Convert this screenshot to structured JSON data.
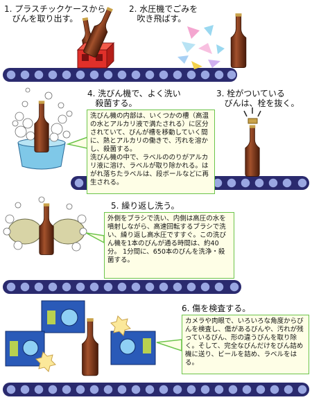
{
  "steps": {
    "s1": {
      "title": "1. プラスチックケースから\n   びんを取り出す。"
    },
    "s2": {
      "title": "2. 水圧機でごみを\n   吹き飛ばす。"
    },
    "s3": {
      "title": "3. 栓がついている\n   びんは、栓を抜く。"
    },
    "s4": {
      "title": "4. 洗びん機で、よく洗い\n   殺菌する。",
      "note": "洗びん機の内部は、いくつかの槽（高温の水とアルカリ液で満たされる）に区分されていて、びんが槽を移動していく間に、熱とアルカリの働きで、汚れを溶かし、殺菌する。\n洗びん機の中で、ラベルののりがアルカリ液に溶け、ラベルが取り除かれる。はがれ落ちたラベルは、段ボールなどに再生される。"
    },
    "s5": {
      "title": "5. 繰り返し洗う。",
      "note": "外側をブラシで洗い、内側は高圧の水を噴射しながら、高速回転するブラシで洗い、繰り返し高水圧ですすぐ。この洗びん機を1本のびんが通る時間は、約40分。 1分間に、650本のびんを洗浄・殺菌する。"
    },
    "s6": {
      "title": "6. 傷を検査する。",
      "note": "カメラや肉眼で、いろいろな角度からびんを検査し、傷があるびんや、汚れが残っているびん、形の違うびんを取り除く。そして、完全なびんだけをびん詰め機に送り、ビールを詰め、ラベルをはる。"
    }
  },
  "colors": {
    "bottle": "#7a3a1e",
    "belt": "#2a2a6e",
    "belt_roller": "#9aa7e2",
    "crate": "#e0302a",
    "tub": "#7fc8e8",
    "brush": "#d8d4a6",
    "camera": "#2a5ab8",
    "note_border": "#6cc44a",
    "note_bg": "#fefee6"
  }
}
